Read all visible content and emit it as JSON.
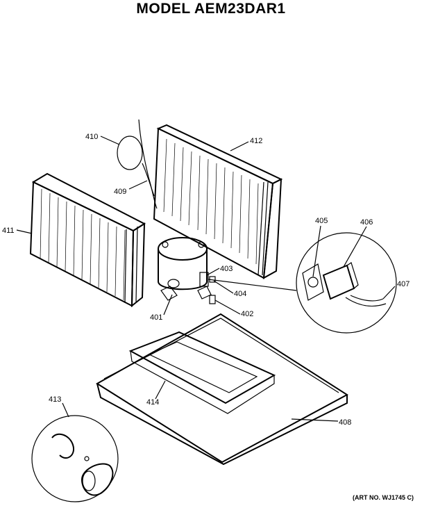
{
  "title": "MODEL AEM23DAR1",
  "art_no": "(ART NO. WJ1745 C)",
  "parts": [
    {
      "id": "p401",
      "label": "401"
    },
    {
      "id": "p402",
      "label": "402"
    },
    {
      "id": "p403",
      "label": "403"
    },
    {
      "id": "p404",
      "label": "404"
    },
    {
      "id": "p405",
      "label": "405"
    },
    {
      "id": "p406",
      "label": "406"
    },
    {
      "id": "p407",
      "label": "407"
    },
    {
      "id": "p408",
      "label": "408"
    },
    {
      "id": "p409",
      "label": "409"
    },
    {
      "id": "p410",
      "label": "410"
    },
    {
      "id": "p411",
      "label": "411"
    },
    {
      "id": "p412",
      "label": "412"
    },
    {
      "id": "p413",
      "label": "413"
    },
    {
      "id": "p414",
      "label": "414"
    }
  ]
}
